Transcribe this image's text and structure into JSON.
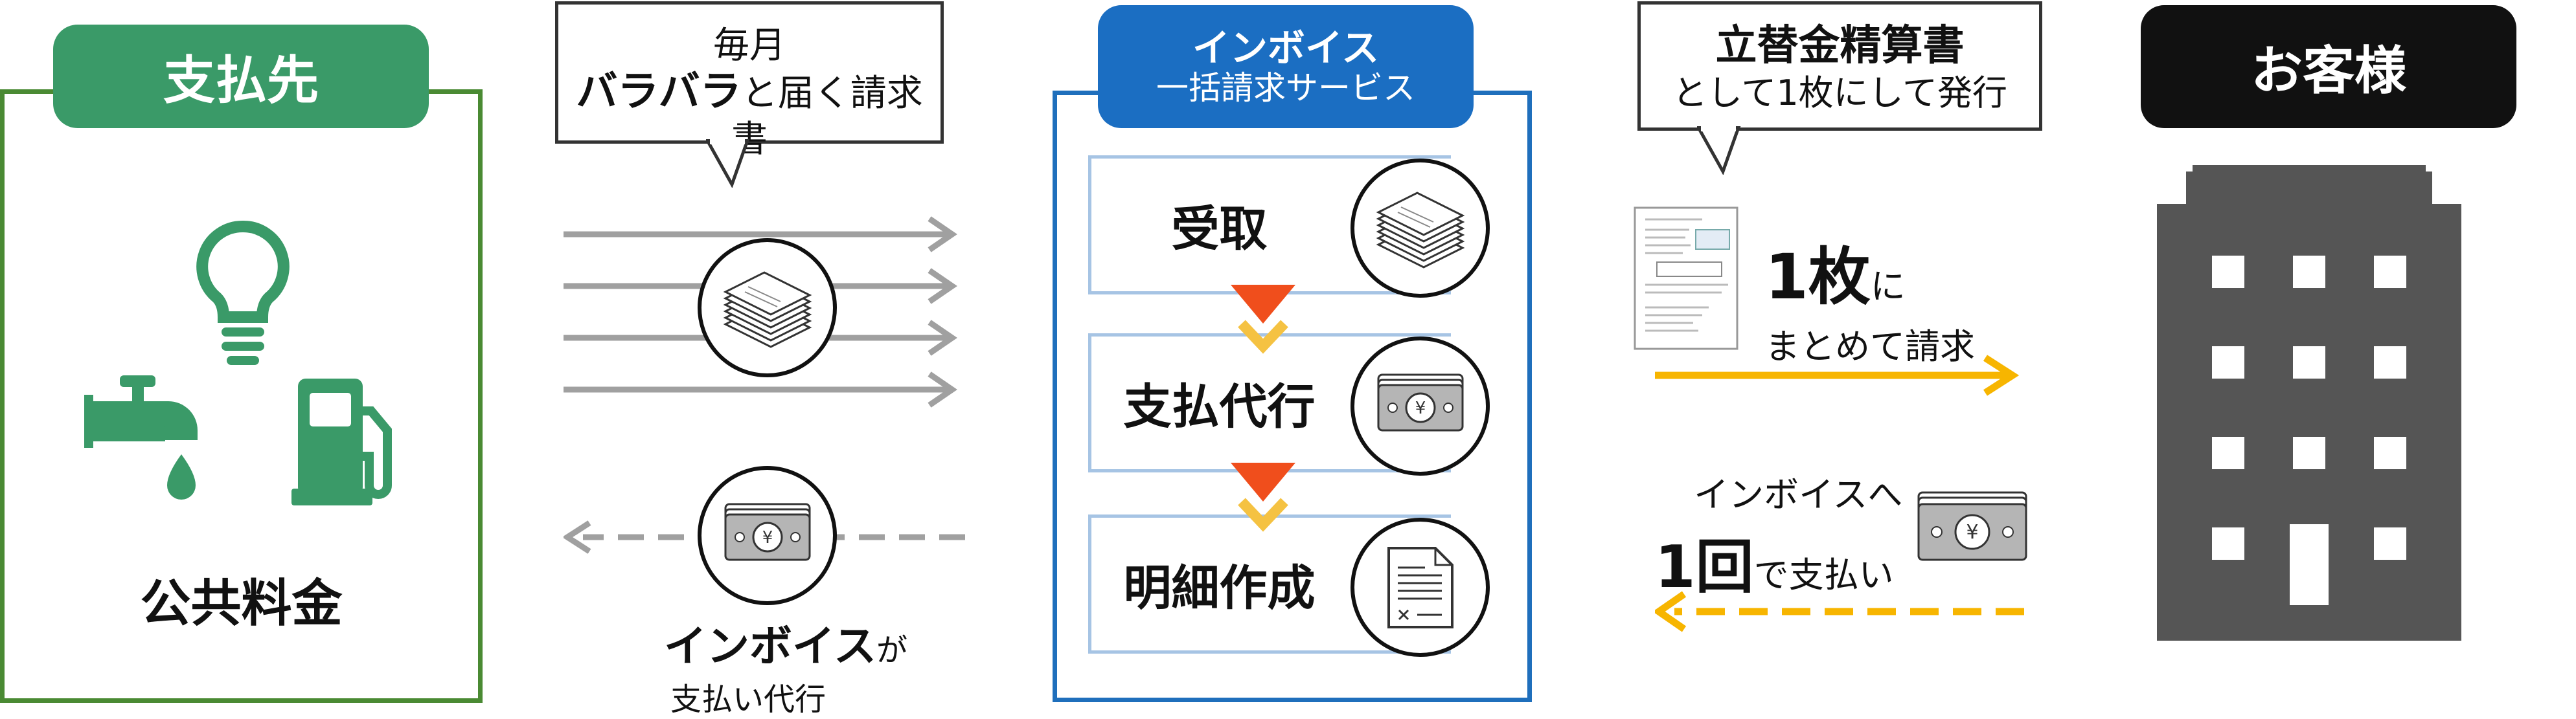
{
  "supplier": {
    "title": "支払先",
    "label": "公共料金",
    "colors": {
      "main": "#3a9a68",
      "border": "#4a8a33"
    },
    "icons": [
      "lightbulb-icon",
      "faucet-icon",
      "gas-pump-icon"
    ]
  },
  "callout_monthly": {
    "line1": "毎月",
    "line2_bold": "バラバラ",
    "line2_rest": "と届く請求書"
  },
  "invoice_pay_note": {
    "bold": "インボイス",
    "rest": "が",
    "line2": "支払い代行"
  },
  "service": {
    "title_line1": "インボイス",
    "title_line2": "一括請求サービス",
    "color": "#1b6ec2",
    "steps": [
      {
        "label": "受取",
        "icon": "documents-stack-icon"
      },
      {
        "label": "支払代行",
        "icon": "banknote-icon"
      },
      {
        "label": "明細作成",
        "icon": "statement-icon"
      }
    ],
    "step_arrow_colors": {
      "top": "#f04e1c",
      "bottom": "#f5c242"
    }
  },
  "callout_reimburse": {
    "line1": "立替金精算書",
    "line2": "として1枚にして発行"
  },
  "invoice_bundle": {
    "big": "1枚",
    "small": "に",
    "line2": "まとめて請求"
  },
  "payment_once": {
    "line1": "インボイスへ",
    "big": "1回",
    "rest": "で支払い"
  },
  "customer": {
    "title": "お客様",
    "building_color": "#555555"
  },
  "colors": {
    "gray_arrow": "#a0a0a0",
    "gold_arrow": "#f7b500"
  }
}
